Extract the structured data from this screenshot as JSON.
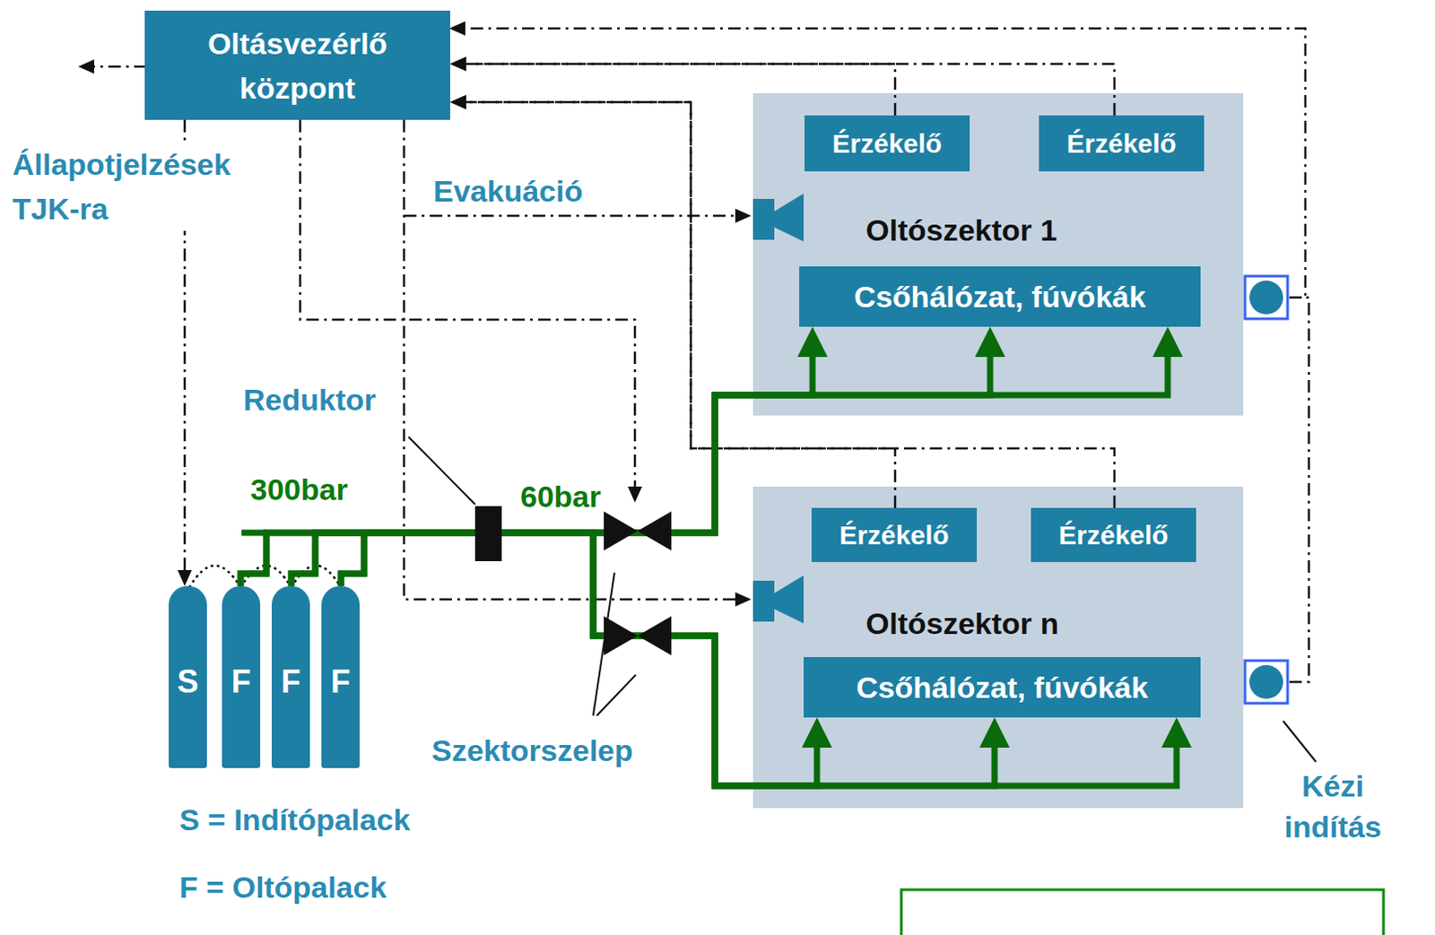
{
  "diagram": {
    "nodes": [
      {
        "text": [
          "Oltásvezérlő központ"
        ]
      },
      {
        "text": [
          "Oltószektor 1"
        ]
      },
      {
        "text": [
          "Érzékelő"
        ],
        "in": 1
      },
      {
        "text": [
          "Érzékelő"
        ],
        "in": 1
      },
      {
        "text": [
          "Csőhálózat, fúvókák"
        ],
        "in": 1
      },
      {
        "text": [
          "Oltószektor n"
        ]
      },
      {
        "text": [
          "Érzékelő"
        ],
        "in": 5
      },
      {
        "text": [
          "Érzékelő"
        ],
        "in": 5
      },
      {
        "text": [
          "Csőhálózat, fúvókák"
        ],
        "in": 5
      },
      {
        "text": [
          "S"
        ]
      },
      {
        "text": [
          "F"
        ]
      },
      {
        "text": [
          "F"
        ]
      },
      {
        "text": [
          "F"
        ]
      }
    ],
    "edges": [
      {
        "from": 0,
        "to": 9,
        "arrow": "to"
      },
      {
        "from": 2,
        "to": 0,
        "arrow": "to"
      },
      {
        "from": 3,
        "to": 0,
        "arrow": "to"
      },
      {
        "from": 6,
        "to": 0,
        "arrow": "to"
      },
      {
        "from": 7,
        "to": 0,
        "arrow": "to"
      },
      {
        "from": 10,
        "to": 4,
        "arrow": "to"
      },
      {
        "from": 11,
        "to": 4,
        "arrow": "to"
      },
      {
        "from": 12,
        "to": 4,
        "arrow": "to"
      },
      {
        "from": 10,
        "to": 8,
        "arrow": "to"
      },
      {
        "from": 11,
        "to": 8,
        "arrow": "to"
      },
      {
        "from": 12,
        "to": 8,
        "arrow": "to"
      }
    ],
    "labels": [
      "Állapotjelzések TJK-ra",
      "Evakuáció",
      "Reduktor",
      "300bar",
      "60bar",
      "Szektorszelep",
      "Kézi indítás",
      "S = Indítópalack",
      "F = Oltópalack"
    ]
  }
}
